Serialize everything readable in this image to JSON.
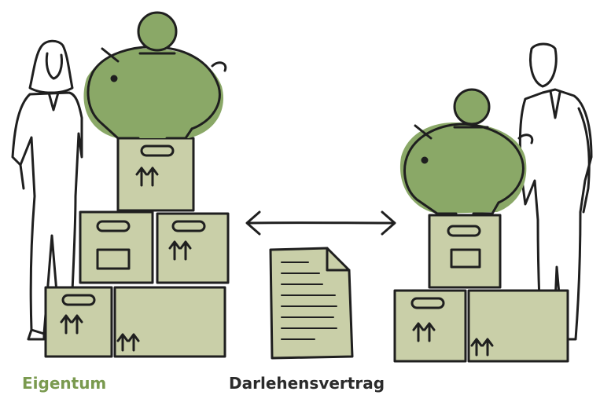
{
  "captions": {
    "left": "Eigentum",
    "center": "Darlehensvertrag"
  },
  "colors": {
    "green": "#7a9a4f",
    "pig_green": "#8aa867",
    "box_fill": "#c9cfa8",
    "ink": "#1f1f1f",
    "caption_dark": "#2b2b2b"
  },
  "illustration": {
    "left_group": "woman-with-piggy-bank-on-box-stack",
    "right_group": "man-with-piggy-bank-on-box-stack",
    "center": "double-arrow-and-contract-document"
  }
}
